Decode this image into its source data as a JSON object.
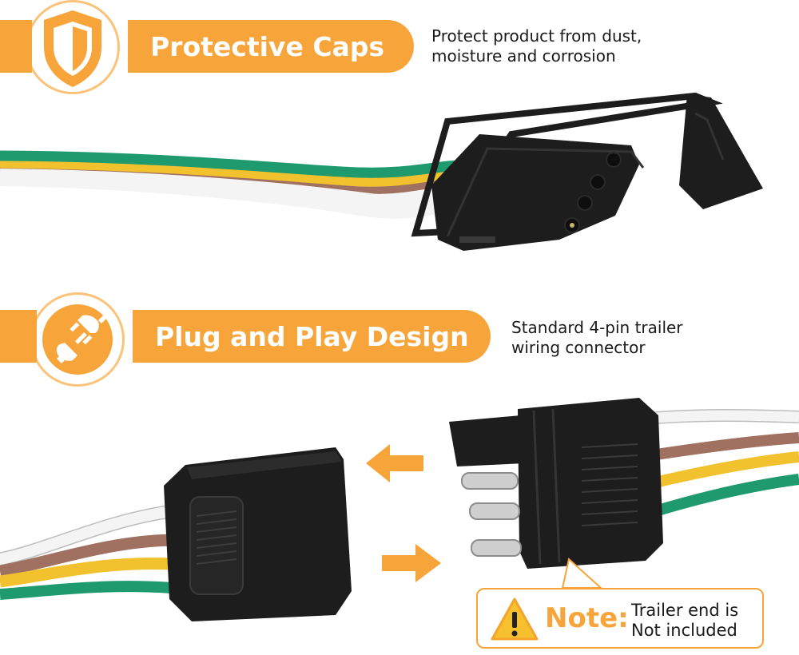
{
  "colors": {
    "accent": "#f7a53a",
    "accent_light": "#fbc27a",
    "connector": "#1d1d1d",
    "wire_white": "#f4f4f4",
    "wire_brown": "#a07060",
    "wire_yellow": "#f2c12e",
    "wire_green": "#1f9a6e"
  },
  "section1": {
    "title": "Protective Caps",
    "icon": "shield-icon",
    "description_line1": "Protect product from dust,",
    "description_line2": "moisture and corrosion"
  },
  "section2": {
    "title": "Plug and Play Design",
    "icon": "plug-socket-icon",
    "description_line1": "Standard 4-pin trailer",
    "description_line2": "wiring connector"
  },
  "note": {
    "label": "Note:",
    "icon": "warning-icon",
    "text_line1": "Trailer end is",
    "text_line2": "Not included"
  }
}
